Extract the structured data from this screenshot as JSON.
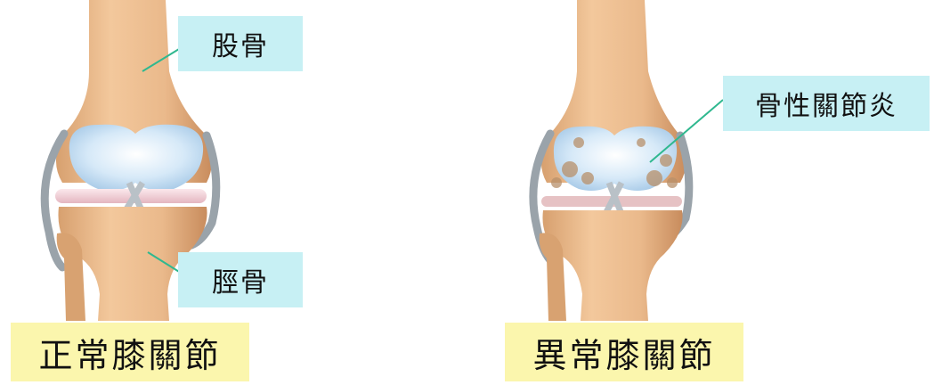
{
  "normal_knee": {
    "femur_label": "股骨",
    "tibia_label": "脛骨",
    "caption": "正常膝關節"
  },
  "abnormal_knee": {
    "osteoarthritis_label": "骨性關節炎",
    "caption": "異常膝關節"
  },
  "colors": {
    "bone": "#e9b98c",
    "bone_shadow": "#c98f5f",
    "cartilage": "#c9e2f6",
    "meniscus": "#f4d6dc",
    "ligament": "#b9c1c7",
    "label_bg": "#c7f0f4",
    "caption_bg": "#fbf6ad",
    "leader_line": "#2fb88f"
  }
}
